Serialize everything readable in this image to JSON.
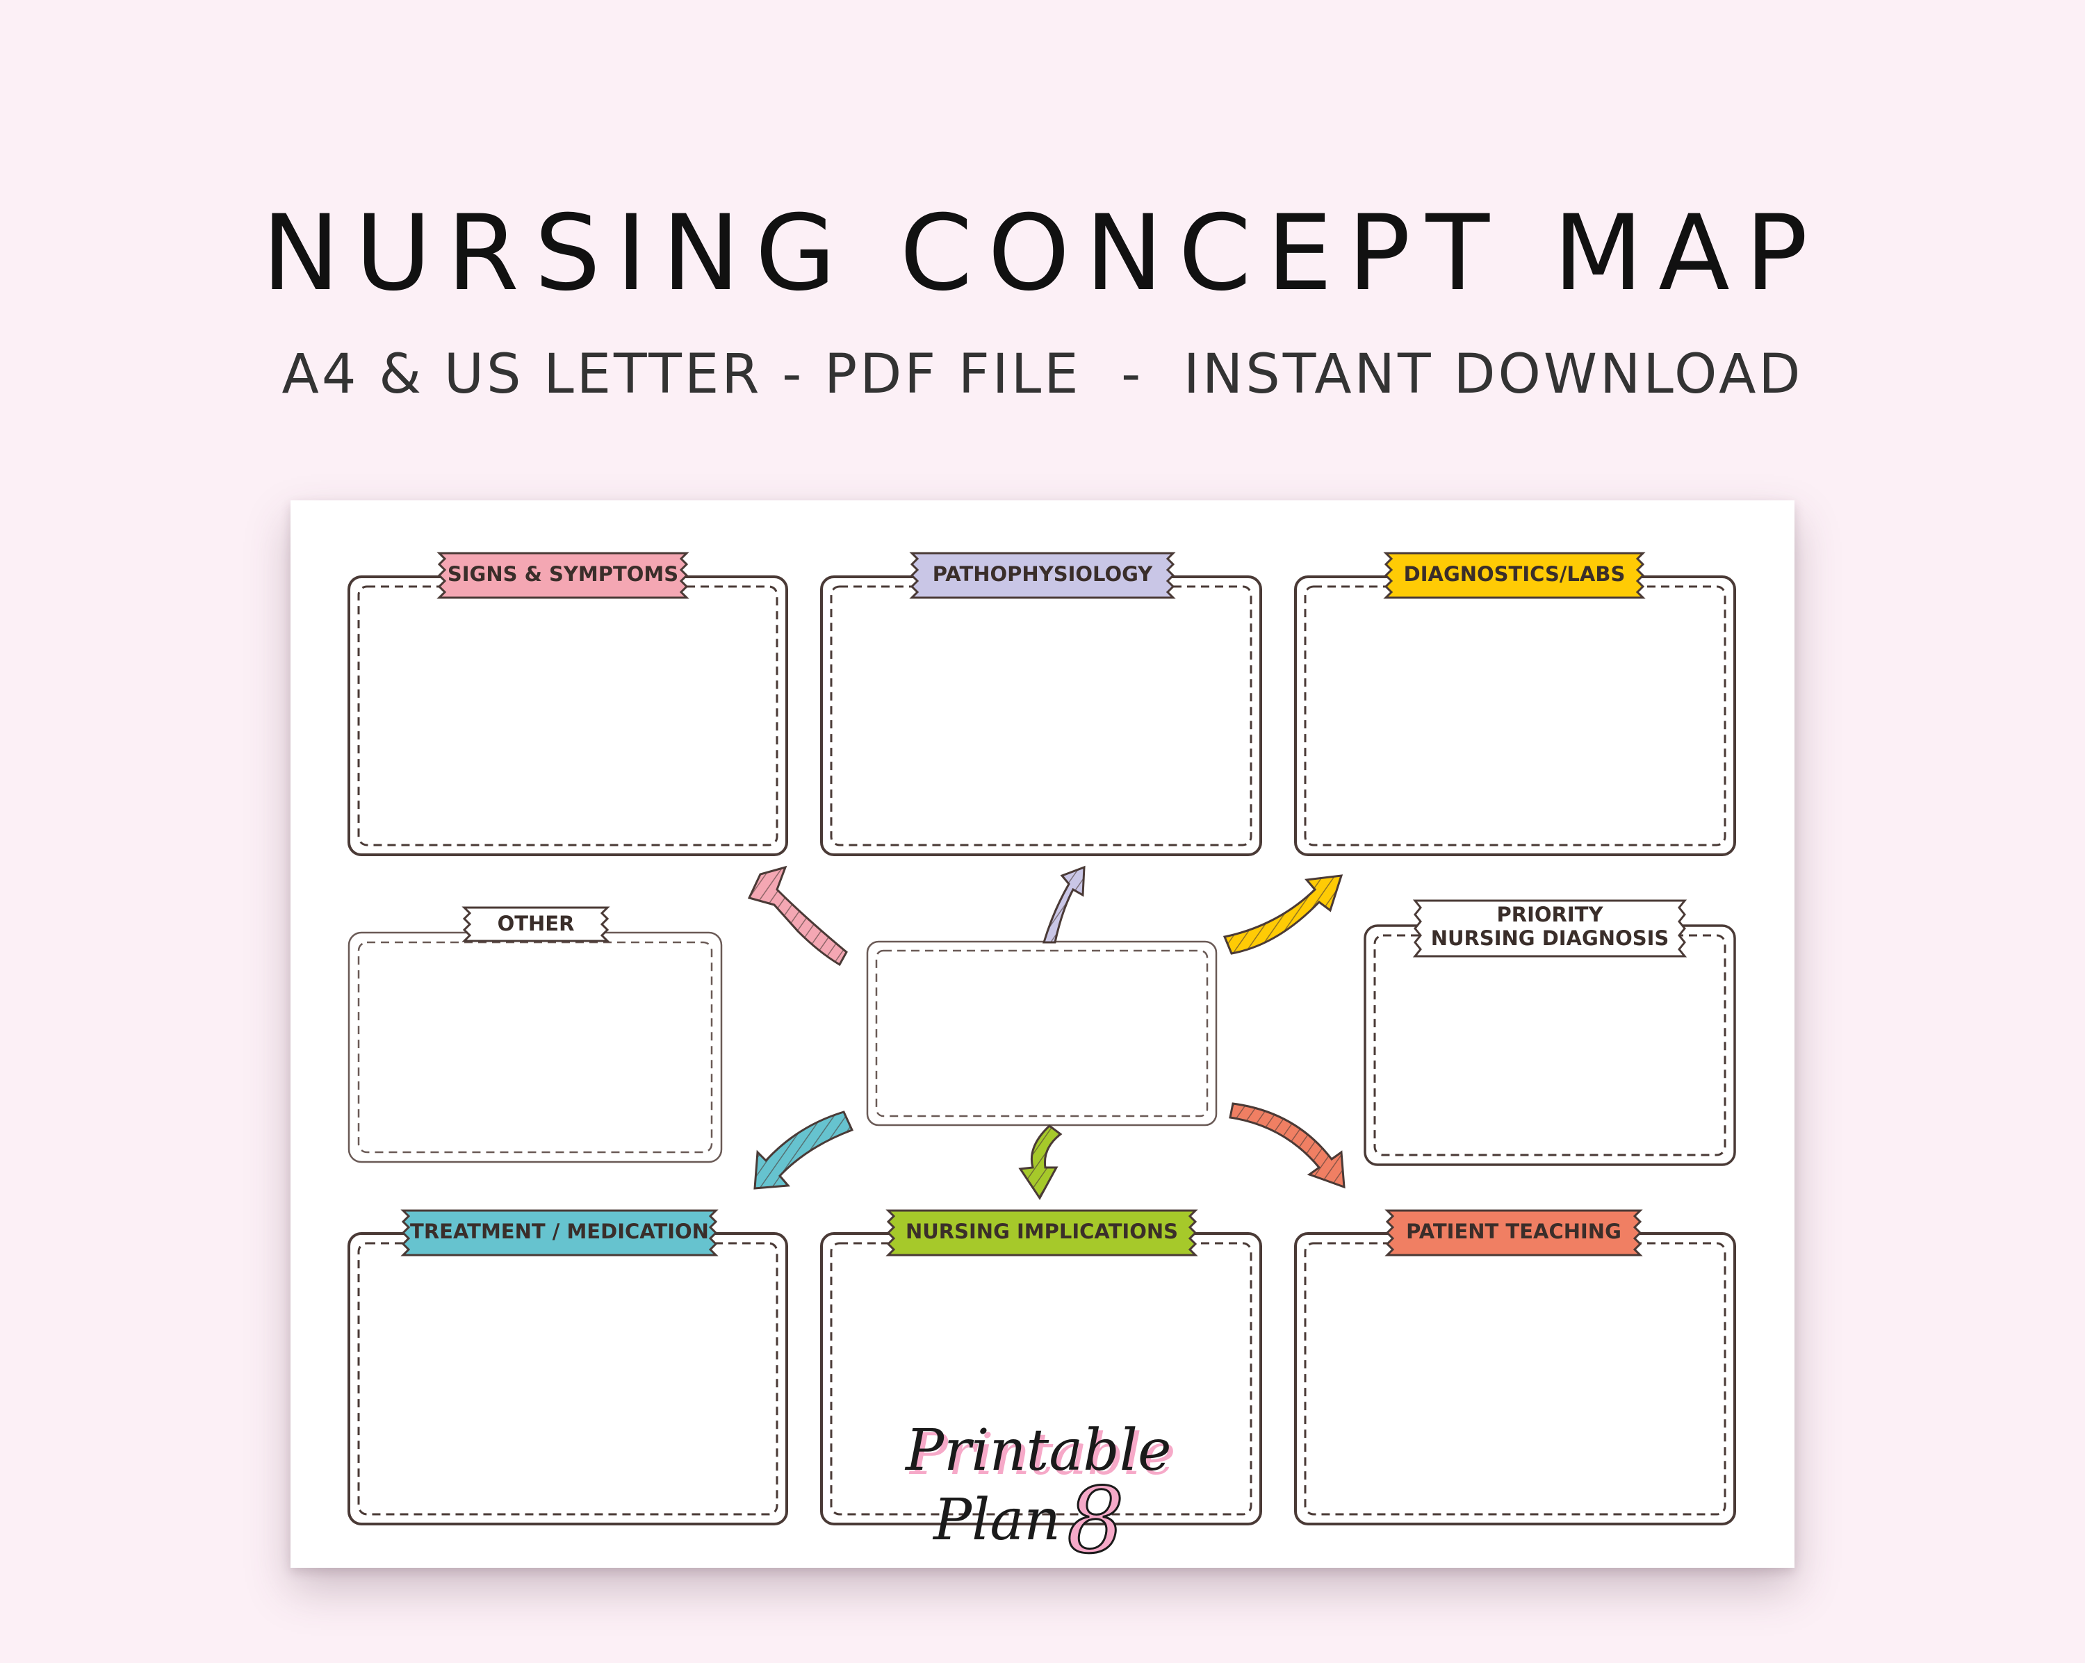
{
  "header": {
    "title": "NURSING CONCEPT MAP",
    "subtitle": "A4 & US LETTER - PDF FILE  -  INSTANT DOWNLOAD"
  },
  "boxes": {
    "signs_symptoms": "SIGNS & SYMPTOMS",
    "pathophysiology": "PATHOPHYSIOLOGY",
    "diagnostics_labs": "DIAGNOSTICS/LABS",
    "other": "OTHER",
    "priority_line1": "PRIORITY",
    "priority_line2": "NURSING DIAGNOSIS",
    "treatment": "TREATMENT / MEDICATION",
    "nursing_implications": "NURSING IMPLICATIONS",
    "patient_teaching": "PATIENT TEACHING"
  },
  "logo": {
    "line1": "Printable",
    "line2": "Plan",
    "number": "8"
  },
  "colors": {
    "background": "#fcf0f6",
    "signs": "#f4a7b3",
    "patho": "#c9c6e6",
    "diag": "#ffcb05",
    "treat": "#66c3cf",
    "implic": "#a6c92a",
    "teach": "#f07f63",
    "logo_pink": "#f6a9c8"
  }
}
